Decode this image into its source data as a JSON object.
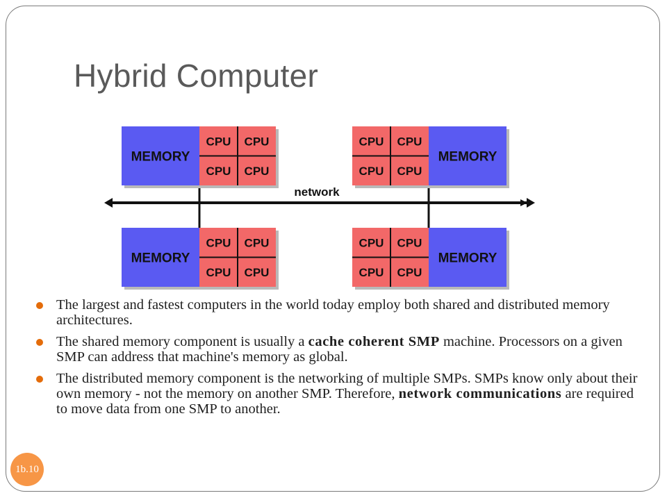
{
  "slide": {
    "title": "Hybrid Computer",
    "number": "1b.10"
  },
  "diagram": {
    "network_label": "network",
    "memory_label": "MEMORY",
    "cpu_label": "CPU",
    "nodes": [
      {
        "memory_side": "left"
      },
      {
        "memory_side": "right"
      },
      {
        "memory_side": "left"
      },
      {
        "memory_side": "right"
      }
    ],
    "colors": {
      "memory": "#5a5af2",
      "cpu": "#f26868",
      "line": "#111111",
      "shadow": "#b9b9b9"
    }
  },
  "bullets": [
    {
      "segments": [
        {
          "text": "The largest and fastest computers in the world today employ both shared and distributed memory architectures.",
          "bold": false
        }
      ]
    },
    {
      "segments": [
        {
          "text": "The shared memory component is usually a ",
          "bold": false
        },
        {
          "text": "cache coherent SMP",
          "bold": true
        },
        {
          "text": " machine. Processors on a given SMP can address that machine's memory as global.",
          "bold": false
        }
      ]
    },
    {
      "segments": [
        {
          "text": "The distributed memory component is the networking of multiple SMPs. SMPs know only about their own memory - not the memory on another SMP. Therefore, ",
          "bold": false
        },
        {
          "text": "network communications",
          "bold": true
        },
        {
          "text": " are required to move data from one SMP to another.",
          "bold": false
        }
      ]
    }
  ]
}
